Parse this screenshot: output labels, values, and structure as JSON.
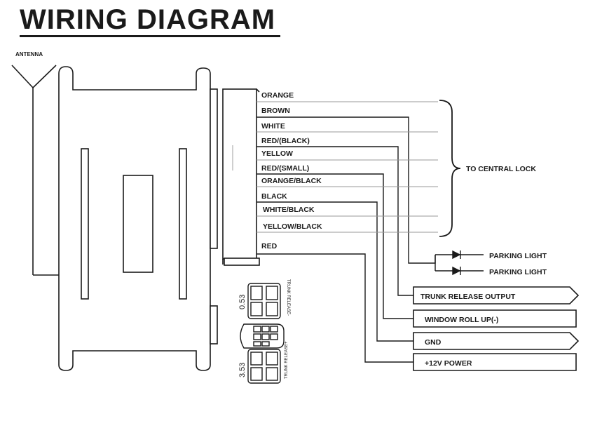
{
  "title": "WIRING DIAGRAM",
  "antenna_label": "ANTENNA",
  "wires": [
    "ORANGE",
    "BROWN",
    "WHITE",
    "RED/(BLACK)",
    "YELLOW",
    "RED/(SMALL)",
    "ORANGE/BLACK",
    "BLACK",
    "WHITE/BLACK",
    "YELLOW/BLACK",
    "RED"
  ],
  "central_lock_label": "TO CENTRAL LOCK",
  "parking_lights": [
    "PARKING LIGHT",
    "PARKING LIGHT"
  ],
  "outputs": [
    "TRUNK RELEASE OUTPUT",
    "WINDOW ROLL UP(-)",
    "GND",
    "+12V POWER"
  ],
  "connector": {
    "top_value": "0.53",
    "bottom_value": "3.53",
    "side_text_left": "TRUNK RELEASE+",
    "side_text_right": "TRUNK RELEASE-"
  }
}
